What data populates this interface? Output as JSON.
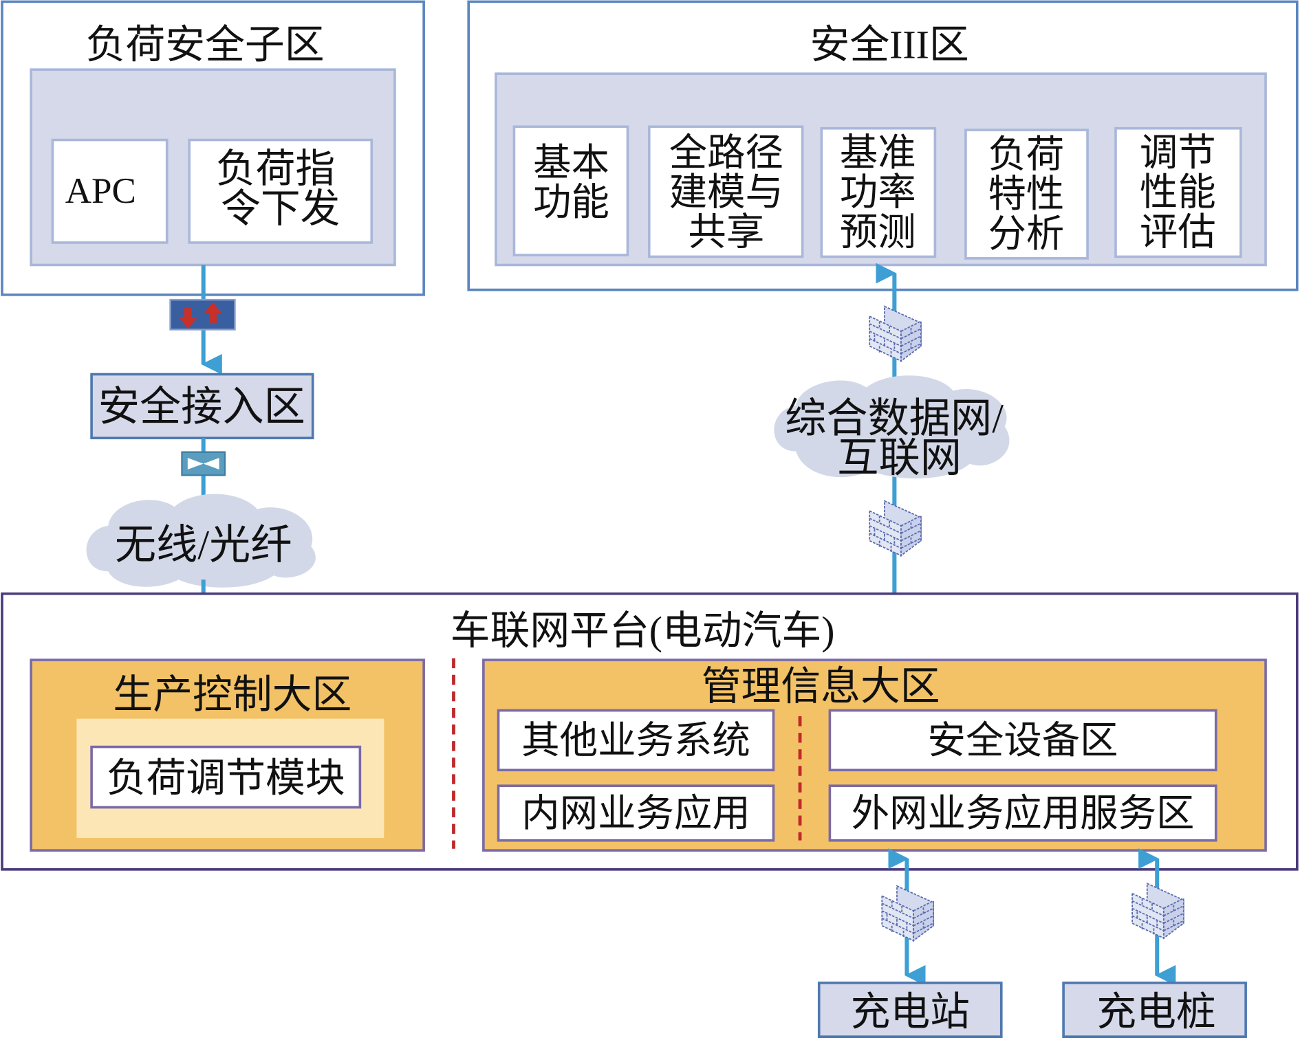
{
  "load_zone": {
    "title": "负荷安全子区",
    "apc": "APC",
    "cmd_lines": [
      "负荷指",
      "令下发"
    ]
  },
  "access_zone": "安全接入区",
  "wireless_cloud": "无线/光纤",
  "zone3": {
    "title": "安全III区",
    "modules": [
      {
        "lines": [
          "基本",
          "功能"
        ]
      },
      {
        "lines": [
          "全路径",
          "建模与",
          "共享"
        ]
      },
      {
        "lines": [
          "基准",
          "功率",
          "预测"
        ]
      },
      {
        "lines": [
          "负荷",
          "特性",
          "分析"
        ]
      },
      {
        "lines": [
          "调节",
          "性能",
          "评估"
        ]
      }
    ]
  },
  "data_cloud": {
    "lines": [
      "综合数据网/",
      "互联网"
    ]
  },
  "platform": {
    "title": "车联网平台(电动汽车)",
    "production": {
      "title": "生产控制大区",
      "module": "负荷调节模块"
    },
    "management": {
      "title": "管理信息大区",
      "other_systems": "其他业务系统",
      "intranet_apps": "内网业务应用",
      "security_devices": "安全设备区",
      "extranet_services": "外网业务应用服务区"
    }
  },
  "charging_station": "充电站",
  "charging_pile": "充电桩",
  "icons": {
    "firewall": "firewall-icon",
    "isolator": "isolation-device-icon",
    "gateway": "bidirectional-gateway-icon"
  },
  "colors": {
    "link": "#3d9fd3",
    "zone_fill": "#d5d9ea",
    "platform_zone": "#f3c266",
    "divider": "#c0282a"
  }
}
